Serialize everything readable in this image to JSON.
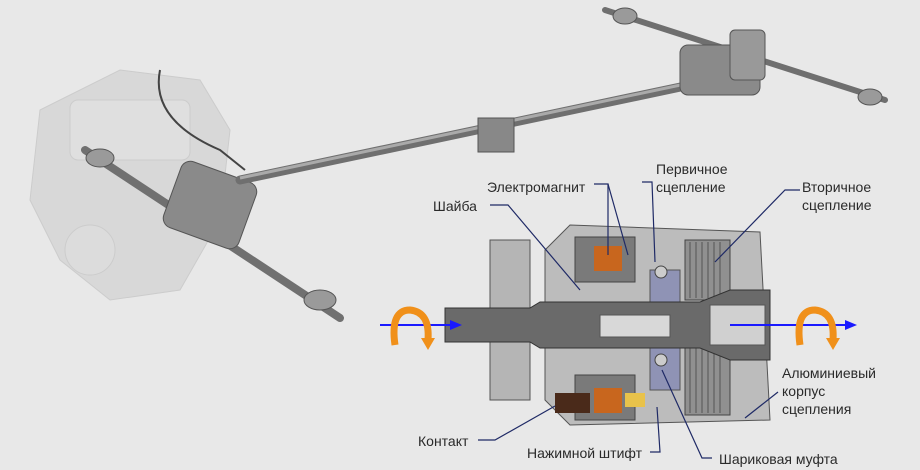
{
  "labels": {
    "electromagnet": "Электромагнит",
    "primary_clutch_1": "Первичное",
    "primary_clutch_2": "сцепление",
    "secondary_clutch_1": "Вторичное",
    "secondary_clutch_2": "сцепление",
    "washer": "Шайба",
    "housing_1": "Алюминиевый",
    "housing_2": "корпус",
    "housing_3": "сцепления",
    "contact": "Контакт",
    "pressure_pin": "Нажимной штифт",
    "ball_coupling": "Шариковая муфта"
  },
  "colors": {
    "background": "#e8e8e8",
    "flow_arrow": "#1a1aff",
    "rotation_arrow": "#f0901a",
    "coil": "#c8661e",
    "leader": "#1f2a66"
  }
}
